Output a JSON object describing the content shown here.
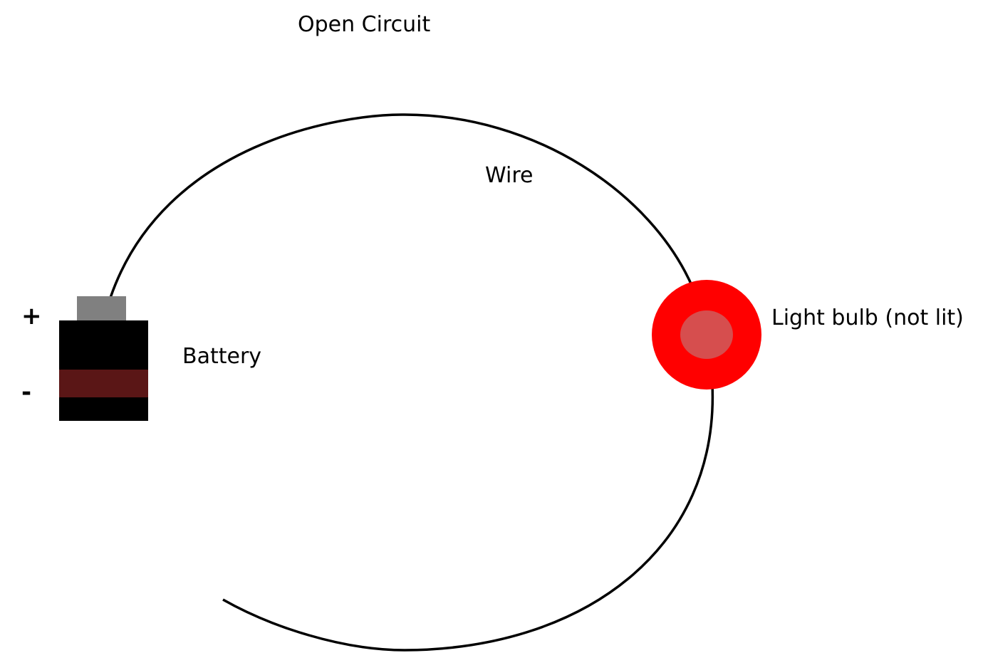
{
  "title": "Open Circuit",
  "labels": {
    "wire": "Wire",
    "battery": "Battery",
    "bulb": "Light bulb (not lit)",
    "positive": "+",
    "negative": "-"
  },
  "colors": {
    "wire": "#000000",
    "battery_body": "#000000",
    "battery_band": "#5a1616",
    "battery_terminal": "#808080",
    "bulb_outer": "#ff0000",
    "bulb_inner": "#d64e4e"
  }
}
